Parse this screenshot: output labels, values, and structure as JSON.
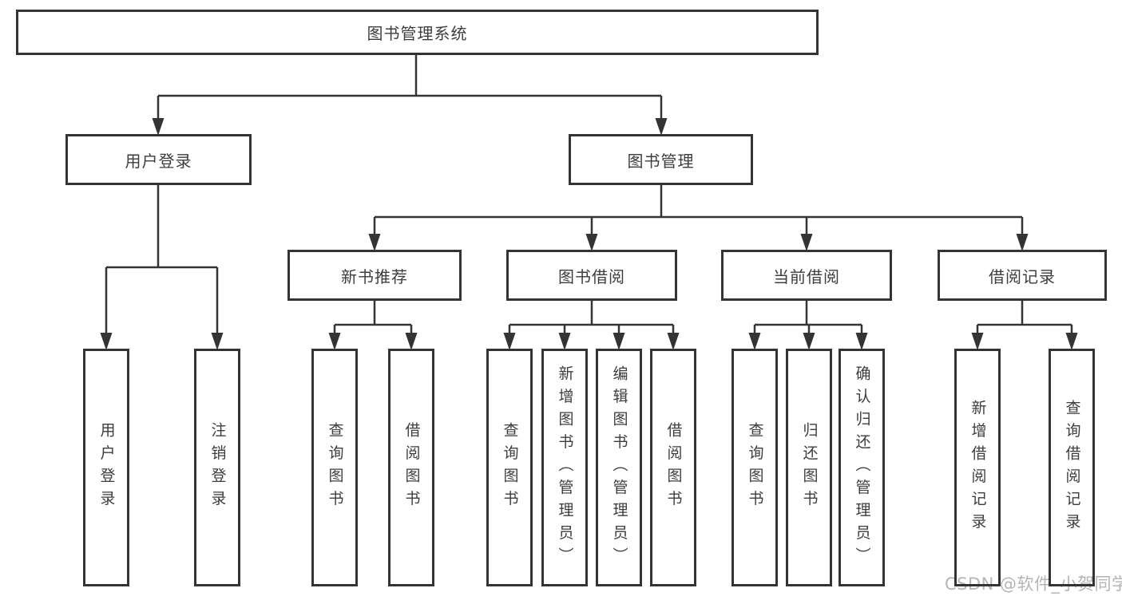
{
  "tree": {
    "label": "图书管理系统",
    "children": [
      {
        "label": "用户登录",
        "children": [
          {
            "label": "用户登录"
          },
          {
            "label": "注销登录"
          }
        ]
      },
      {
        "label": "图书管理",
        "children": [
          {
            "label": "新书推荐",
            "children": [
              {
                "label": "查询图书"
              },
              {
                "label": "借阅图书"
              }
            ]
          },
          {
            "label": "图书借阅",
            "children": [
              {
                "label": "查询图书"
              },
              {
                "label": "新增图书（管理员）"
              },
              {
                "label": "编辑图书（管理员）"
              },
              {
                "label": "借阅图书"
              }
            ]
          },
          {
            "label": "当前借阅",
            "children": [
              {
                "label": "查询图书"
              },
              {
                "label": "归还图书"
              },
              {
                "label": "确认归还（管理员）"
              }
            ]
          },
          {
            "label": "借阅记录",
            "children": [
              {
                "label": "新增借阅记录"
              },
              {
                "label": "查询借阅记录"
              }
            ]
          }
        ]
      }
    ]
  },
  "watermark": {
    "text": "CSDN @软件_小贺同学"
  },
  "colors": {
    "line": "#343434",
    "text": "#3d3d3d",
    "box_bg": "#ffffff",
    "watermark": "#b5b5b5",
    "background": "#ffffff"
  }
}
